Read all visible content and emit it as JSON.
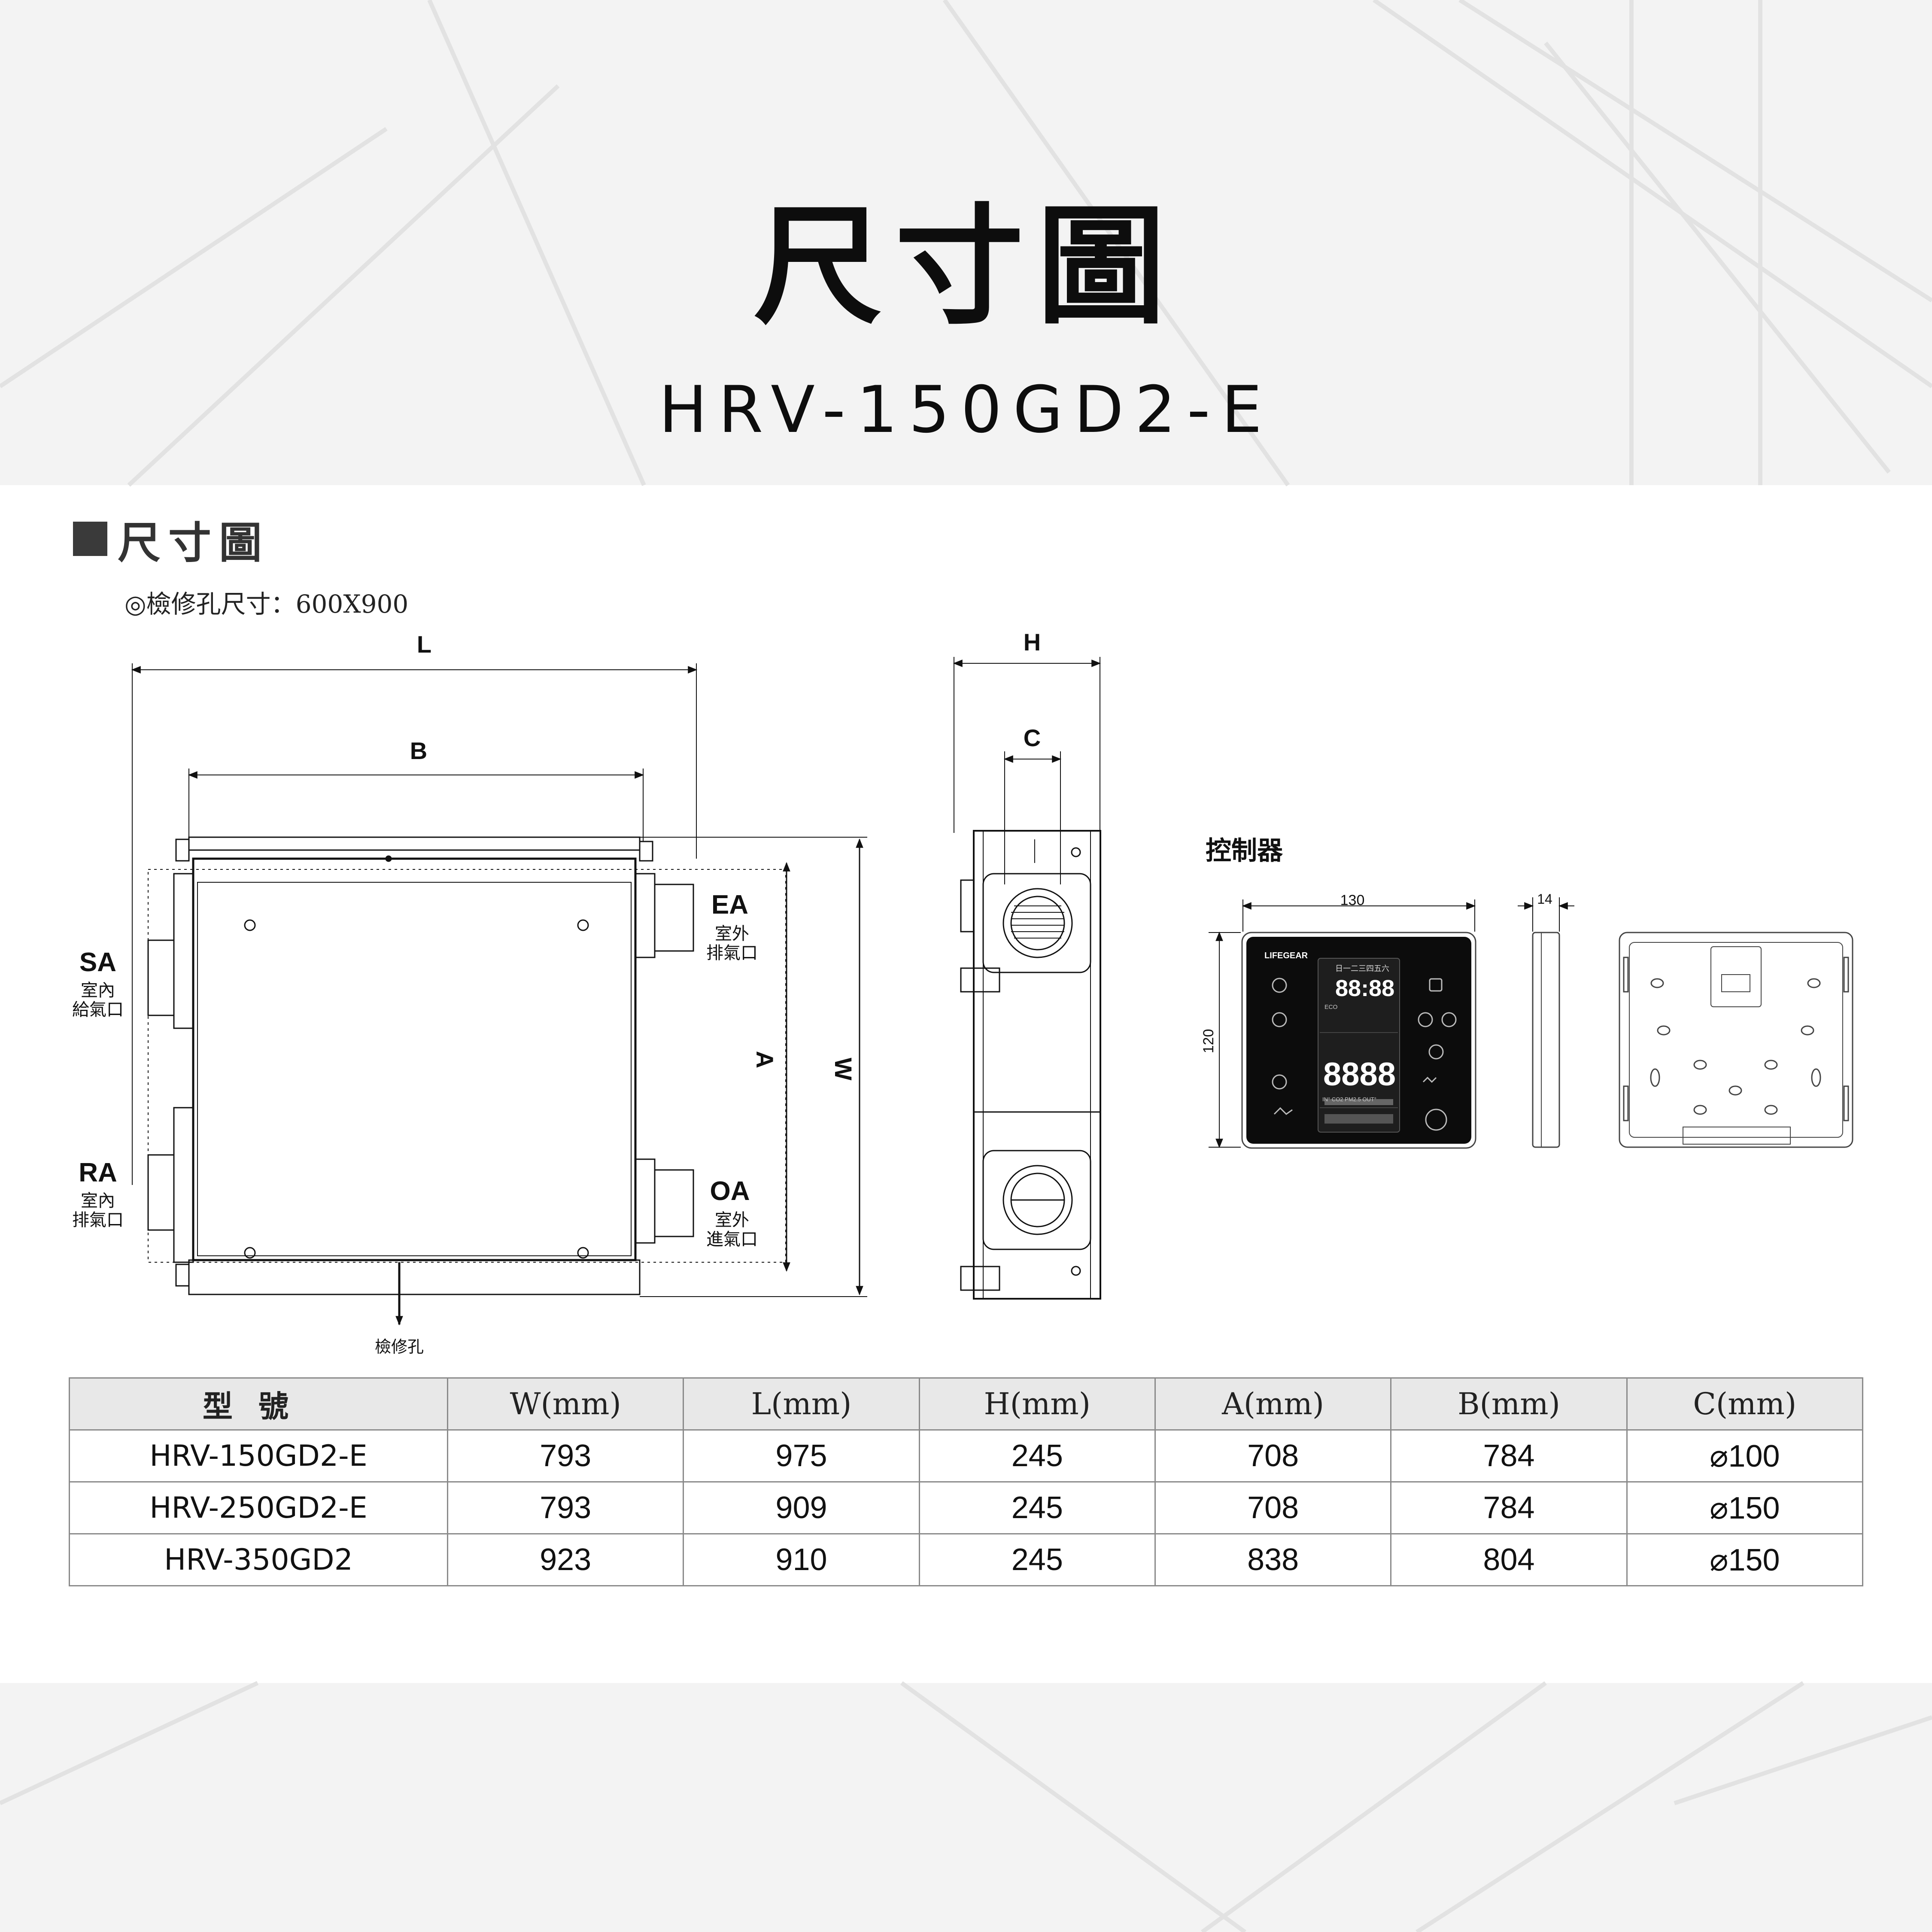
{
  "title": "尺寸圖",
  "model": "HRV-150GD2-E",
  "section": {
    "heading": "尺寸圖",
    "note": "◎檢修孔尺寸：600X900"
  },
  "diagram": {
    "dim_labels": {
      "L": "L",
      "B": "B",
      "A": "A",
      "W": "W",
      "H": "H",
      "C": "C"
    },
    "ports": {
      "sa": {
        "code": "SA",
        "line1": "室內",
        "line2": "給氣口"
      },
      "ra": {
        "code": "RA",
        "line1": "室內",
        "line2": "排氣口"
      },
      "ea": {
        "code": "EA",
        "line1": "室外",
        "line2": "排氣口"
      },
      "oa": {
        "code": "OA",
        "line1": "室外",
        "line2": "進氣口"
      }
    },
    "access_hole": "檢修孔",
    "controller": {
      "title": "控制器",
      "width": "130",
      "height": "120",
      "depth": "14",
      "brand": "LIFEGEAR",
      "weekdays": "日一二三四五六",
      "clock": "88:88",
      "main_digits": "8888",
      "sensor_labels": "IN° CO2 PM2.5 OUT°",
      "eco": "ECO"
    }
  },
  "table": {
    "headers": [
      "型號",
      "W(mm)",
      "L(mm)",
      "H(mm)",
      "A(mm)",
      "B(mm)",
      "C(mm)"
    ],
    "rows": [
      [
        "HRV-150GD2-E",
        "793",
        "975",
        "245",
        "708",
        "784",
        "⌀100"
      ],
      [
        "HRV-250GD2-E",
        "793",
        "909",
        "245",
        "708",
        "784",
        "⌀150"
      ],
      [
        "HRV-350GD2",
        "923",
        "910",
        "245",
        "838",
        "804",
        "⌀150"
      ]
    ]
  }
}
